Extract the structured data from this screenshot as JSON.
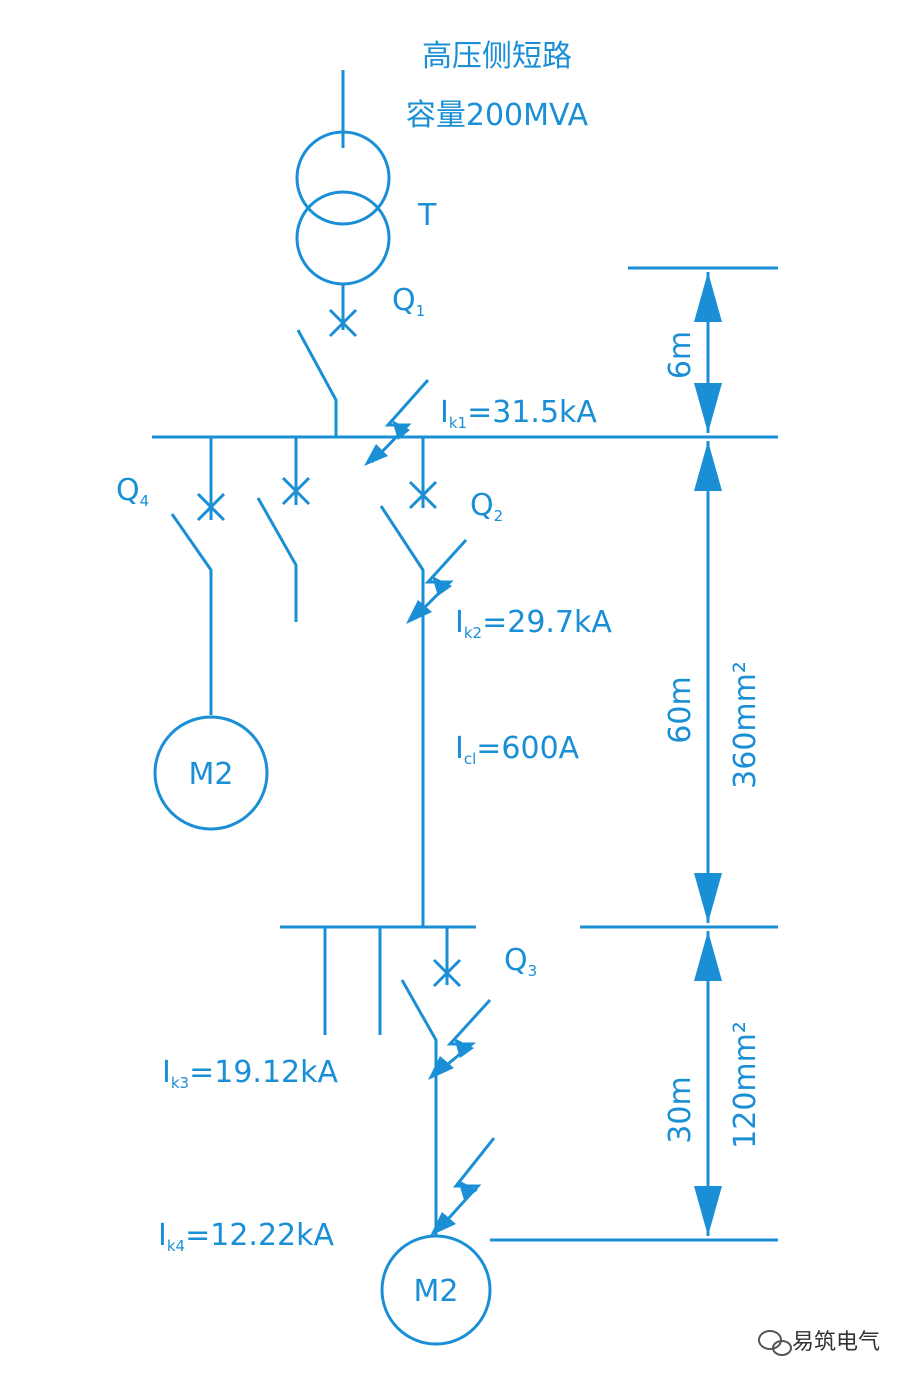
{
  "colors": {
    "line": "#1a8fd6",
    "arrow": "#1a8fd6",
    "watermark": "#333333"
  },
  "header": {
    "line1": "高压侧短路",
    "line2": "容量200MVA"
  },
  "labels": {
    "transformer": "T",
    "q1": {
      "main": "Q",
      "sub": "1"
    },
    "q2": {
      "main": "Q",
      "sub": "2"
    },
    "q3": {
      "main": "Q",
      "sub": "3"
    },
    "q4": {
      "main": "Q",
      "sub": "4"
    },
    "ik1": {
      "main": "I",
      "sub": "k1",
      "value": "=31.5kA"
    },
    "ik2": {
      "main": "I",
      "sub": "k2",
      "value": "=29.7kA"
    },
    "icl": {
      "main": "I",
      "sub": "cl",
      "value": "=600A"
    },
    "ik3": {
      "main": "I",
      "sub": "k3",
      "value": "=19.12kA"
    },
    "ik4": {
      "main": "I",
      "sub": "k4",
      "value": "=12.22kA"
    },
    "motor_left": "M2",
    "motor_bottom": "M2"
  },
  "dimensions": {
    "d1": "6m",
    "d2_len": "60m",
    "d2_cs": "360mm²",
    "d3_len": "30m",
    "d3_cs": "120mm²"
  },
  "watermark": {
    "icon": "wechat-icon",
    "text": "易筑电气"
  }
}
